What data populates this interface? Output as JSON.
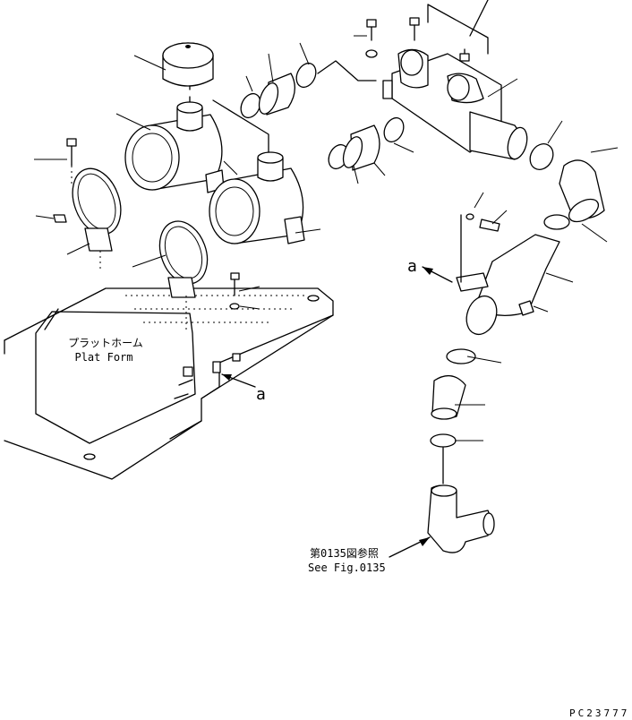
{
  "platform_label": {
    "jp": "プラットホーム",
    "en": "Plat Form"
  },
  "reference_label": {
    "jp": "第0135図参照",
    "en": "See Fig.0135"
  },
  "view_marks": [
    "a",
    "a"
  ],
  "drawing_code": "PC23777"
}
